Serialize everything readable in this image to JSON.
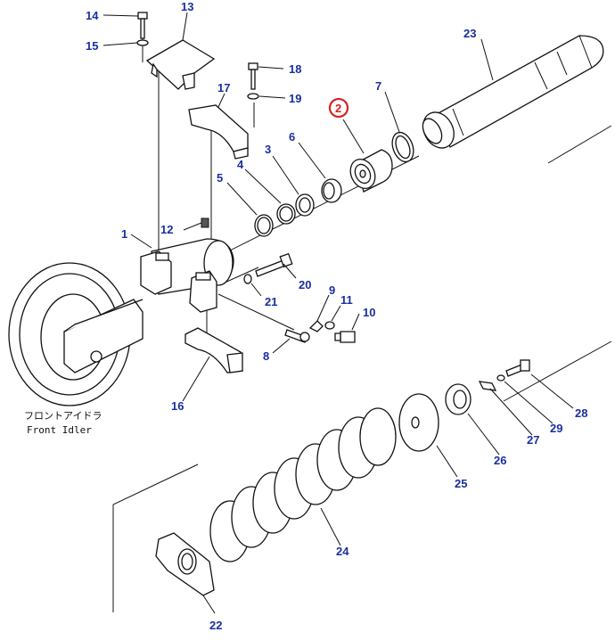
{
  "caption": {
    "jp": "フロントアイドラ",
    "en": "Front Idler"
  },
  "highlighted_part": "2",
  "colors": {
    "label": "#1a2fa0",
    "highlight": "#d42424",
    "line": "#111111"
  },
  "labels": {
    "p1": "1",
    "p2": "2",
    "p3": "3",
    "p4": "4",
    "p5": "5",
    "p6": "6",
    "p7": "7",
    "p8": "8",
    "p9": "9",
    "p10": "10",
    "p11": "11",
    "p12": "12",
    "p13": "13",
    "p14": "14",
    "p15": "15",
    "p16": "16",
    "p17": "17",
    "p18": "18",
    "p19": "19",
    "p20": "20",
    "p21": "21",
    "p22": "22",
    "p23": "23",
    "p24": "24",
    "p25": "25",
    "p26": "26",
    "p27": "27",
    "p28": "28",
    "p29": "29"
  }
}
